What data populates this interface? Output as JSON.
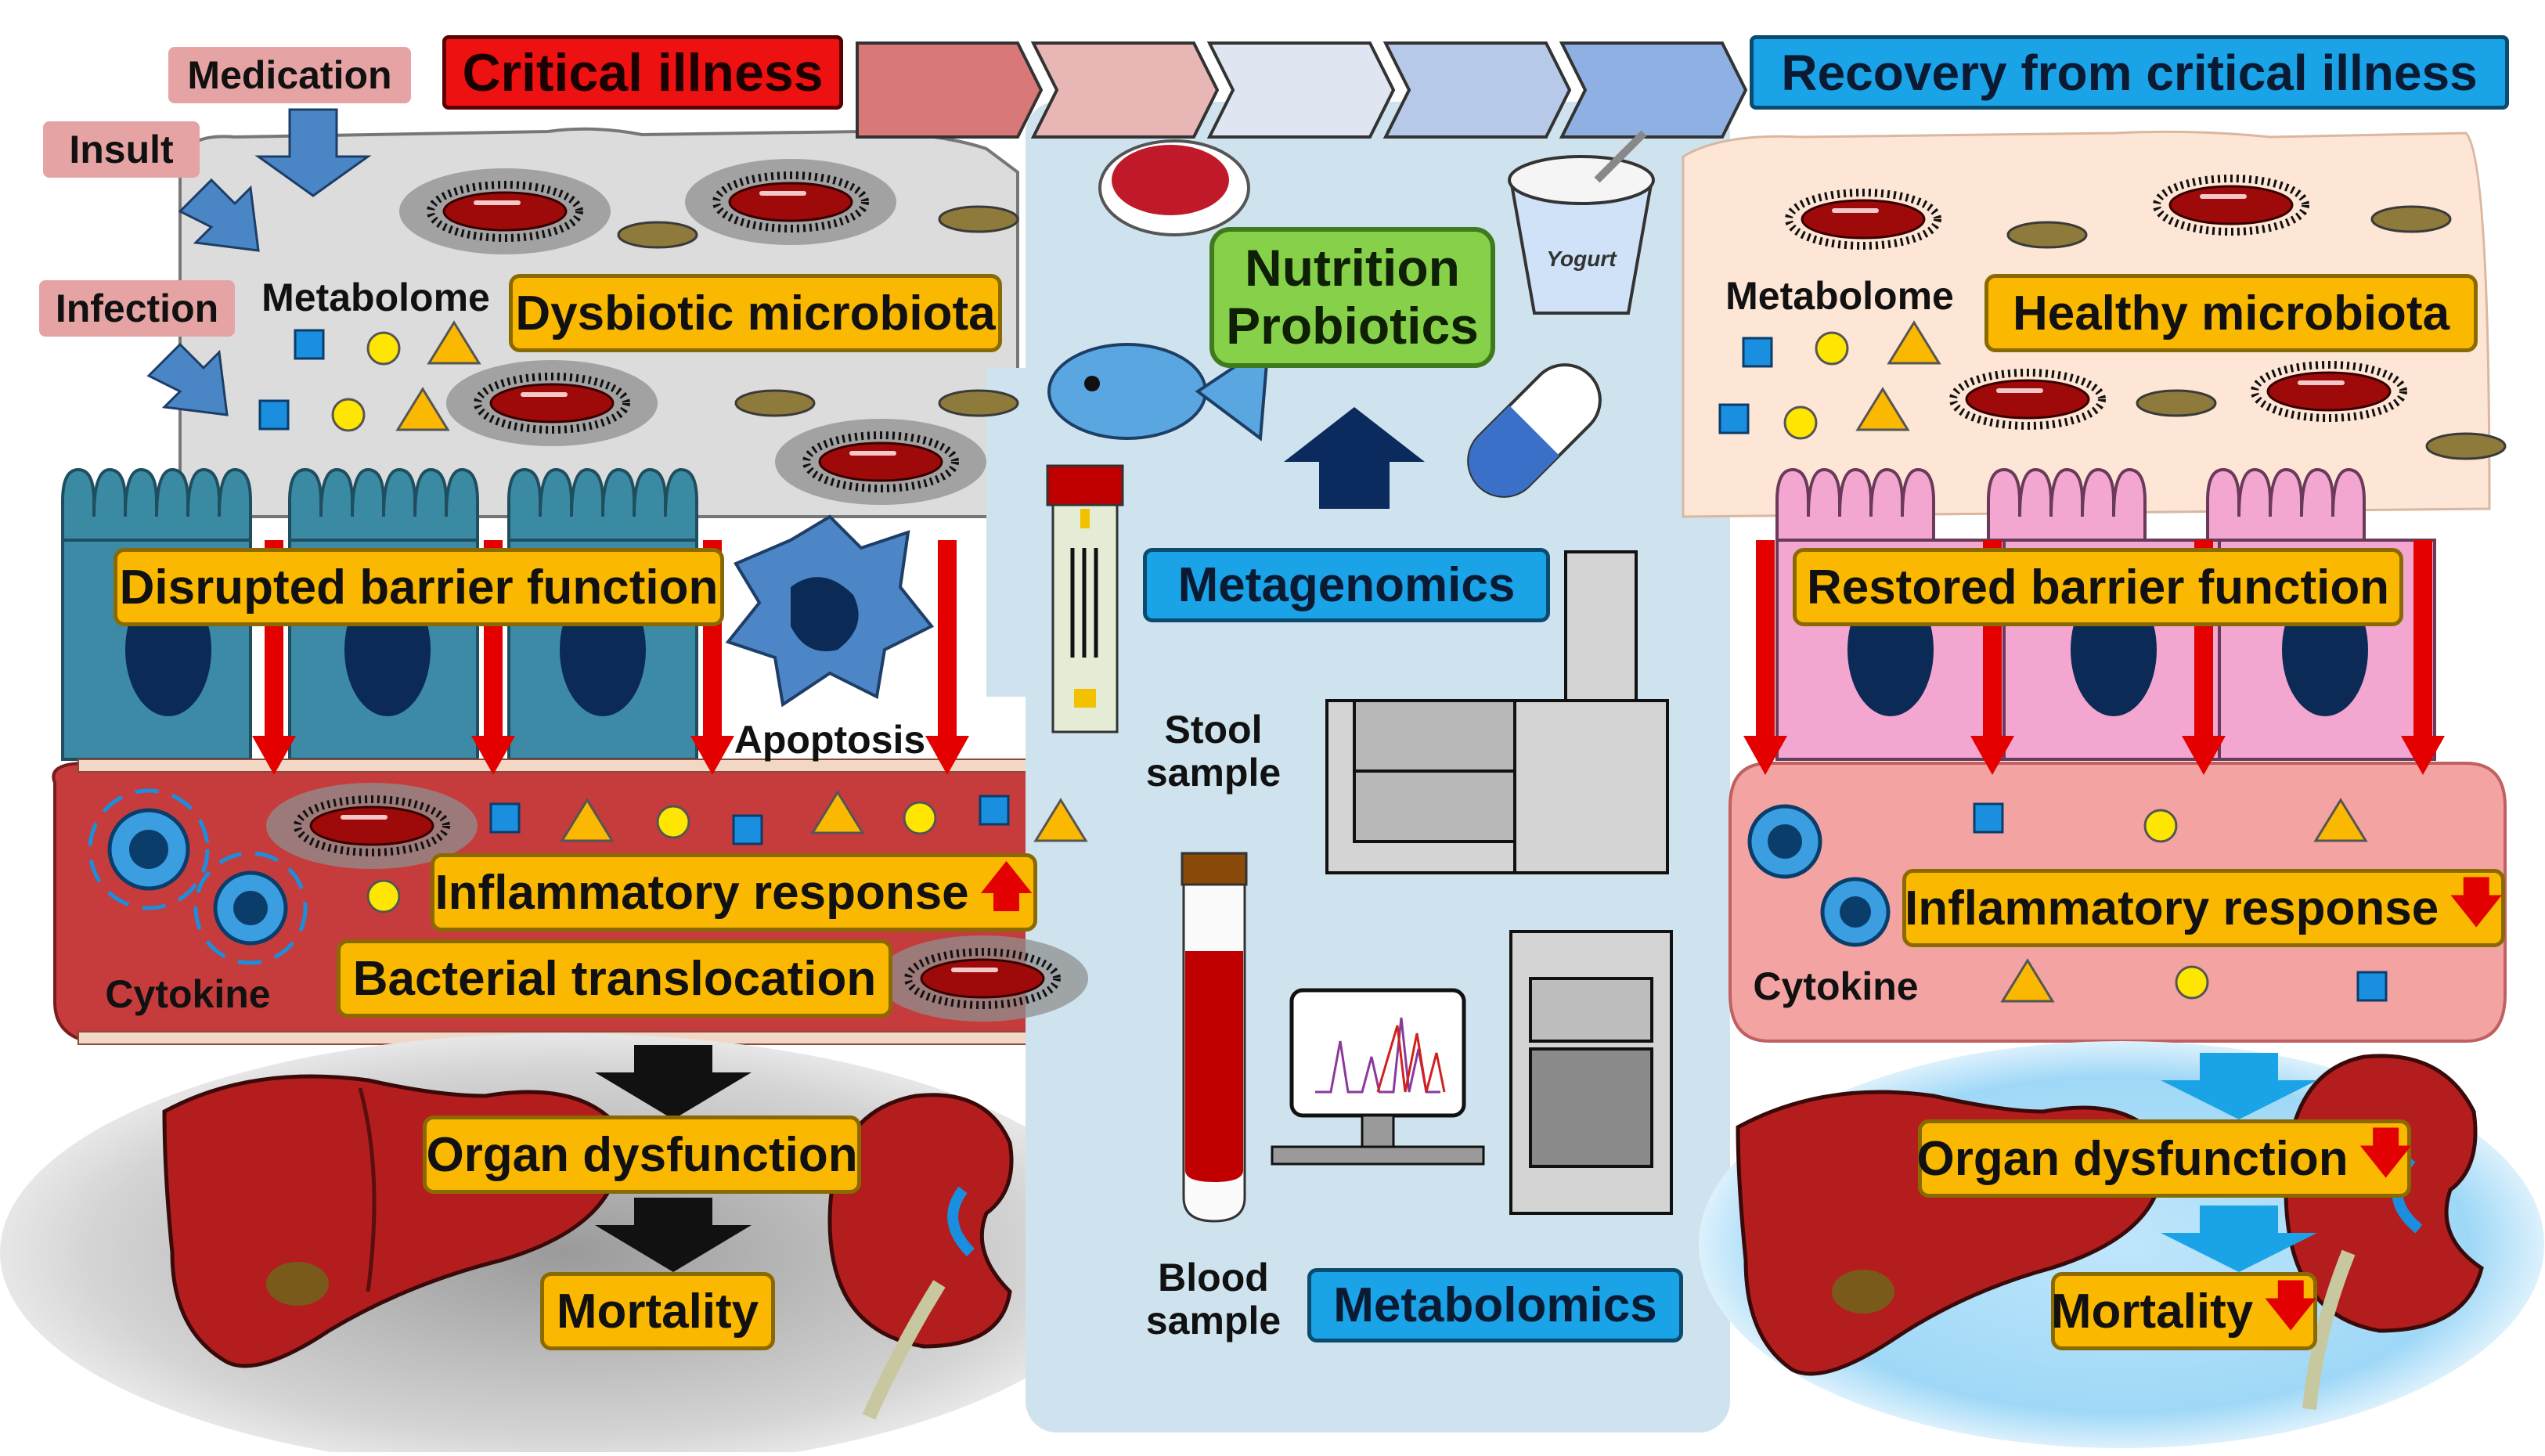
{
  "header": {
    "critical_illness": "Critical illness",
    "recovery": "Recovery from critical illness"
  },
  "insults": {
    "medication": "Medication",
    "insult": "Insult",
    "infection": "Infection"
  },
  "left_panel": {
    "metabolome": "Metabolome",
    "dysbiotic_microbiota": "Dysbiotic microbiota",
    "disrupted_barrier": "Disrupted barrier function",
    "apoptosis": "Apoptosis",
    "inflammatory_response": "Inflammatory response",
    "cytokine": "Cytokine",
    "bacterial_translocation": "Bacterial translocation",
    "organ_dysfunction": "Organ dysfunction",
    "mortality": "Mortality"
  },
  "center_panel": {
    "nutrition": "Nutrition",
    "probiotics": "Probiotics",
    "yogurt": "Yogurt",
    "metagenomics": "Metagenomics",
    "stool_line1": "Stool",
    "stool_line2": "sample",
    "blood_line1": "Blood",
    "blood_line2": "sample",
    "metabolomics": "Metabolomics"
  },
  "right_panel": {
    "metabolome": "Metabolome",
    "healthy_microbiota": "Healthy microbiota",
    "restored_barrier": "Restored barrier function",
    "inflammatory_response": "Inflammatory response",
    "cytokine": "Cytokine",
    "organ_dysfunction": "Organ dysfunction",
    "mortality": "Mortality"
  },
  "indicators": {
    "up_arrow": "🡅",
    "down_arrow": "🡇"
  },
  "colors": {
    "critical_red": "#ee1111",
    "recovery_blue": "#1aa3e6",
    "label_orange": "#fbb800",
    "green_box": "#86d04a"
  }
}
